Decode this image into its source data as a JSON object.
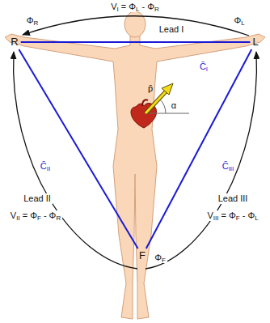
{
  "diagram": {
    "nodes": [
      {
        "text": [
          "R"
        ]
      },
      {
        "text": [
          "L"
        ]
      },
      {
        "text": [
          "F"
        ]
      }
    ],
    "edges": [
      {
        "from": 0,
        "to": 1,
        "arrow": "none",
        "label": "C̄I"
      },
      {
        "from": 0,
        "to": 2,
        "arrow": "none",
        "label": "C̄II"
      },
      {
        "from": 1,
        "to": 2,
        "arrow": "none",
        "label": "C̄III"
      }
    ],
    "labels": [
      "VI = ΦL - ΦR",
      "Lead I",
      "ΦR",
      "ΦL",
      "p̄",
      "α",
      "Lead II",
      "VII = ΦF - ΦR",
      "Lead III",
      "VIII = ΦF - ΦL",
      "ΦF"
    ]
  }
}
